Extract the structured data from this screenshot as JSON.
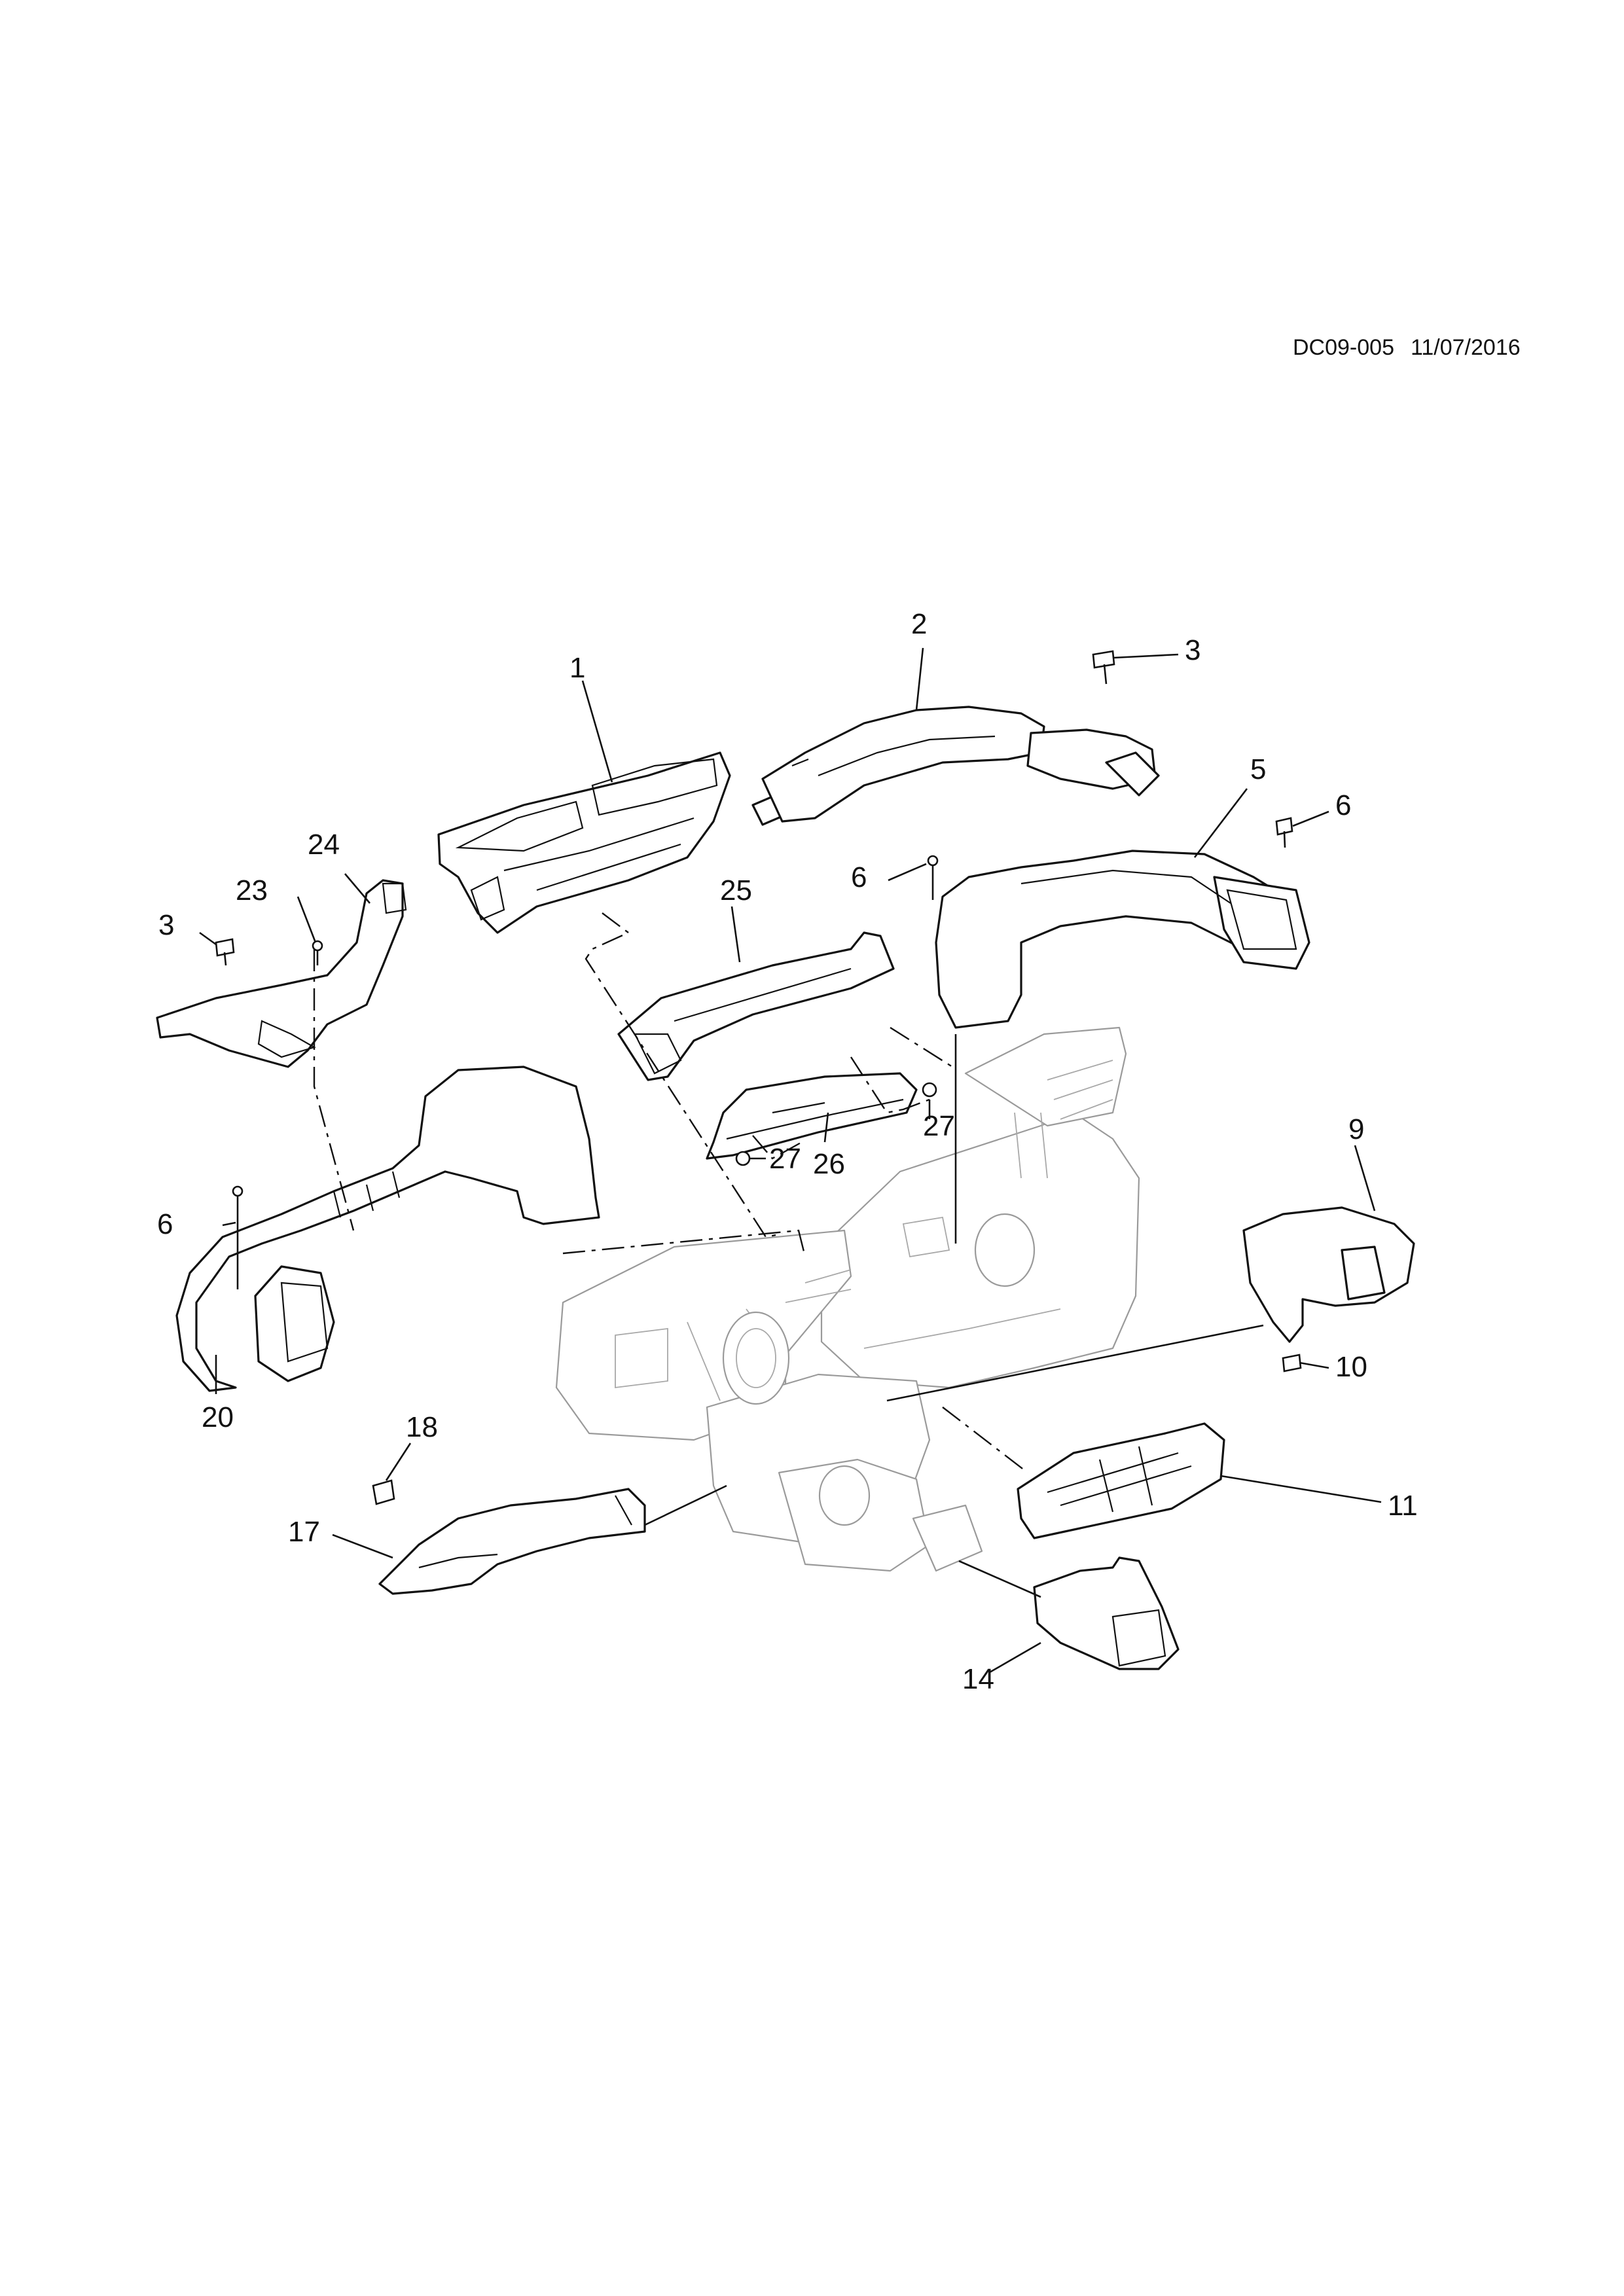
{
  "diagram_code": "DC09-005",
  "diagram_date": "11/07/2016",
  "callouts": {
    "c1": "1",
    "c2": "2",
    "c3_right": "3",
    "c3_left": "3",
    "c5": "5",
    "c6_right": "6",
    "c6_mid": "6",
    "c6_left": "6",
    "c9": "9",
    "c10": "10",
    "c11": "11",
    "c14": "14",
    "c17": "17",
    "c18": "18",
    "c20": "20",
    "c23": "23",
    "c24": "24",
    "c25": "25",
    "c26": "26",
    "c27_left": "27",
    "c27_right": "27"
  }
}
